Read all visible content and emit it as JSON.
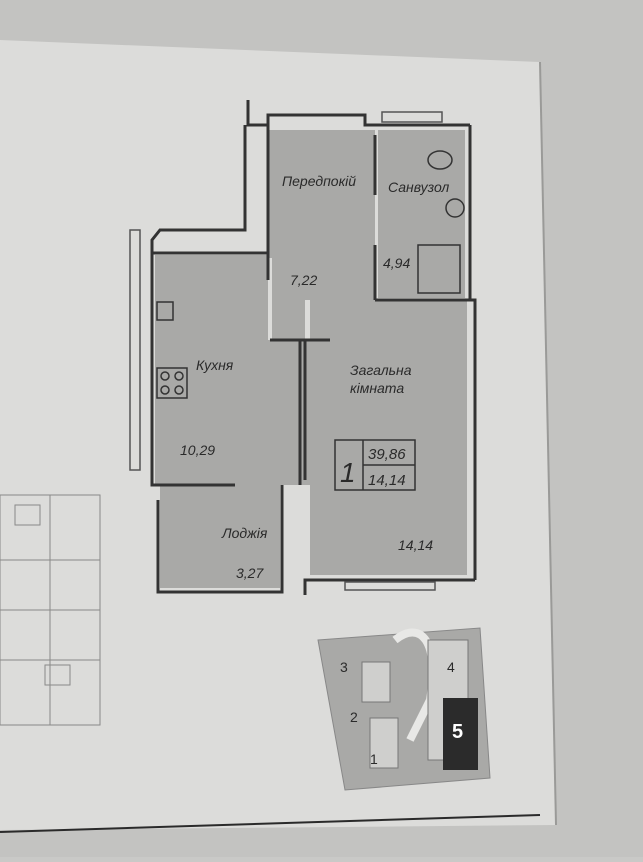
{
  "plan": {
    "rooms": {
      "hallway": {
        "name": "Передпокій",
        "area": "7,22"
      },
      "bathroom": {
        "name": "Санвузол",
        "area": "4,94"
      },
      "kitchen": {
        "name": "Кухня",
        "area": "10,29"
      },
      "living": {
        "name_line1": "Загальна",
        "name_line2": "кімната",
        "area": "14,14"
      },
      "loggia": {
        "name": "Лоджія",
        "area": "3,27"
      }
    },
    "summary": {
      "rooms": "1",
      "total_area": "39,86",
      "living_area": "14,14"
    }
  },
  "site_map": {
    "labels": [
      "3",
      "2",
      "1",
      "4"
    ],
    "highlight": "5"
  },
  "colors": {
    "paper": "#dcdcda",
    "room_fill": "#a9a9a7",
    "wall": "#333333",
    "highlight": "#2b2b2b"
  }
}
